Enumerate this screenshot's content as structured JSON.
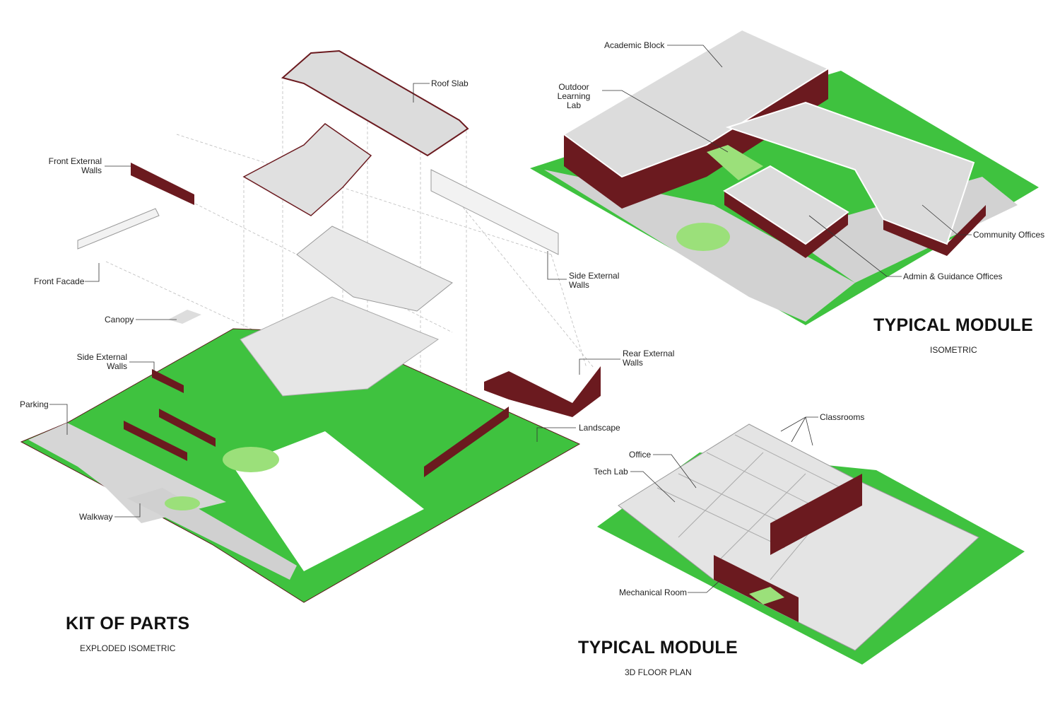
{
  "colors": {
    "grass": "#3fc23f",
    "light_grass": "#9be07a",
    "slab": "#dcdcdc",
    "wall": "#6b1a1f",
    "path": "#d0d0d0"
  },
  "kit_of_parts": {
    "title": "KIT OF PARTS",
    "subtitle": "EXPLODED ISOMETRIC",
    "labels": {
      "roof_slab": "Roof Slab",
      "front_external_walls": "Front External\nWalls",
      "front_facade": "Front Facade",
      "side_external_walls_right": "Side External\nWalls",
      "canopy": "Canopy",
      "side_external_walls_left": "Side External\nWalls",
      "rear_external_walls": "Rear External\nWalls",
      "parking": "Parking",
      "landscape": "Landscape",
      "walkway": "Walkway"
    }
  },
  "isometric": {
    "title": "TYPICAL MODULE",
    "subtitle": "ISOMETRIC",
    "labels": {
      "academic_block": "Academic Block",
      "outdoor_learning_lab": "Outdoor\nLearning Lab",
      "community_offices": "Community Offices",
      "admin_guidance": "Admin & Guidance Offices"
    }
  },
  "floor_plan": {
    "title": "TYPICAL MODULE",
    "subtitle": "3D FLOOR PLAN",
    "labels": {
      "classrooms": "Classrooms",
      "office": "Office",
      "tech_lab": "Tech Lab",
      "mechanical_room": "Mechanical Room"
    }
  }
}
